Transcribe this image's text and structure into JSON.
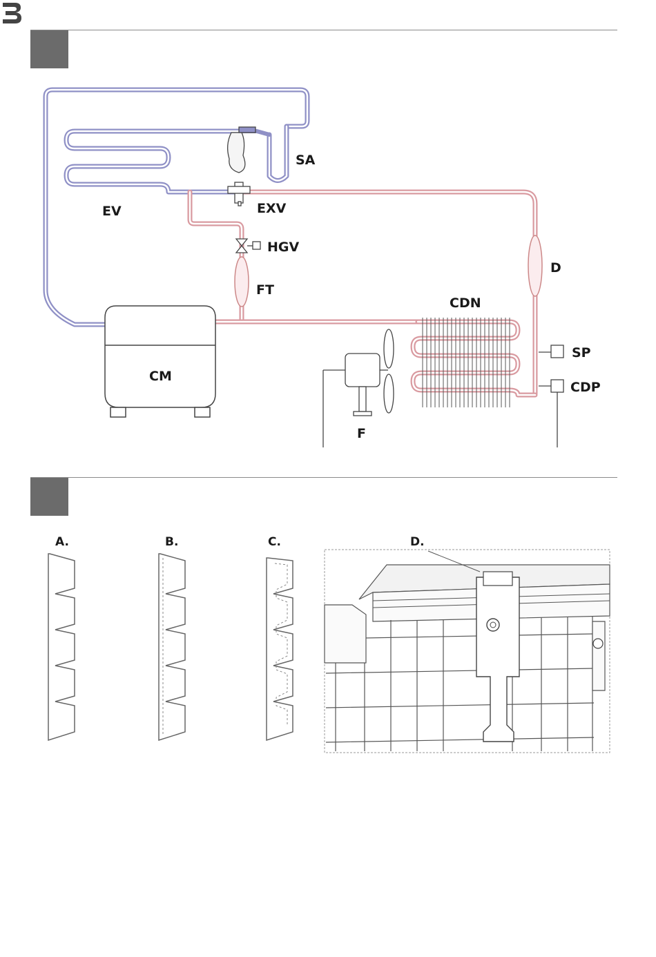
{
  "diagram": {
    "labels": {
      "sa": "SA",
      "ev": "EV",
      "exv": "EXV",
      "hgv": "HGV",
      "ft": "FT",
      "d": "D",
      "cdn": "CDN",
      "cm": "CM",
      "sp": "SP",
      "cdp": "CDP",
      "f": "F"
    },
    "colors": {
      "low_pressure_line": "#8f90c6",
      "high_pressure_line": "#d99aa0",
      "outline": "#555555",
      "section_block": "#6b6b6b"
    }
  },
  "details": {
    "a": "A.",
    "b": "B.",
    "c": "C.",
    "d": "D."
  },
  "brand_icon": "brand-logo-icon"
}
